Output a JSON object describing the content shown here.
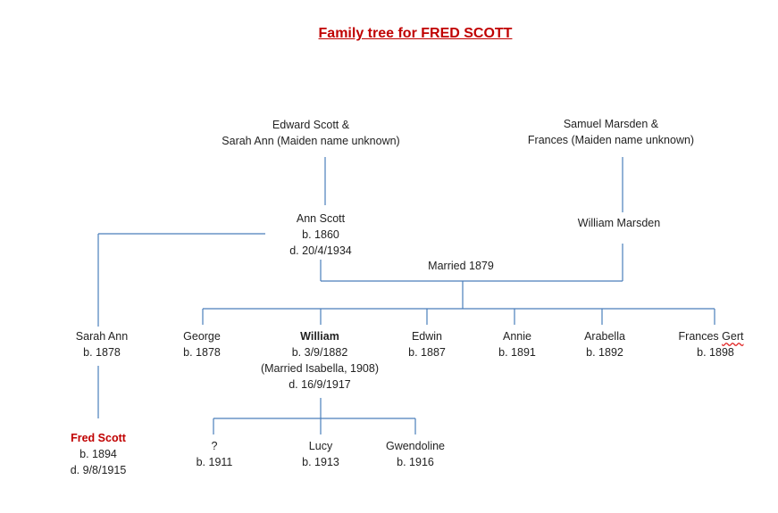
{
  "title": "Family tree for FRED SCOTT",
  "grandparents_scott": {
    "line1": "Edward Scott &",
    "line2": "Sarah Ann (Maiden name unknown)"
  },
  "grandparents_marsden": {
    "line1": "Samuel Marsden &",
    "line2": "Frances (Maiden name unknown)"
  },
  "ann_scott": {
    "name": "Ann Scott",
    "born": "b. 1860",
    "died": "d. 20/4/1934"
  },
  "william_marsden": {
    "name": "William Marsden"
  },
  "marriage": {
    "label": "Married 1879"
  },
  "sarah_ann": {
    "name": "Sarah Ann",
    "born": "b. 1878"
  },
  "fred_scott": {
    "name": "Fred Scott",
    "born": "b. 1894",
    "died": "d. 9/8/1915"
  },
  "children": {
    "george": {
      "name": "George",
      "born": "b. 1878"
    },
    "william": {
      "name": "William",
      "born": "b. 3/9/1882",
      "married": "(Married Isabella, 1908)",
      "died": "d. 16/9/1917"
    },
    "edwin": {
      "name": "Edwin",
      "born": "b. 1887"
    },
    "annie": {
      "name": "Annie",
      "born": "b. 1891"
    },
    "arabella": {
      "name": "Arabella",
      "born": "b. 1892"
    },
    "frances_gert": {
      "name_first": "Frances",
      "name_second": "Gert",
      "born": "b. 1898"
    }
  },
  "grandchildren": {
    "unknown": {
      "name": "?",
      "born": "b. 1911"
    },
    "lucy": {
      "name": "Lucy",
      "born": "b. 1913"
    },
    "gwendoline": {
      "name": "Gwendoline",
      "born": "b. 1916"
    }
  },
  "colors": {
    "line": "#4a7ebb",
    "highlight": "#c00000"
  }
}
